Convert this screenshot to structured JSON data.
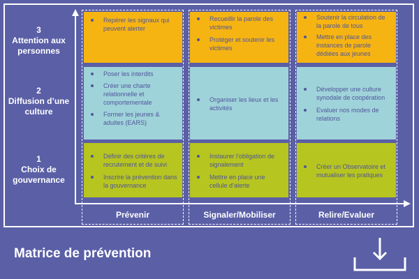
{
  "colors": {
    "background": "#5a5fa6",
    "attention_row": "#f6b413",
    "diffusion_row": "#9fd3da",
    "gouvernance_row": "#b7c520",
    "text": "#4f569a"
  },
  "rows": [
    {
      "number": "3",
      "label": "Attention aux personnes"
    },
    {
      "number": "2",
      "label": "Diffusion d’une culture"
    },
    {
      "number": "1",
      "label": "Choix de gouvernance"
    }
  ],
  "columns": [
    {
      "label": "Prévenir"
    },
    {
      "label": "Signaler/Mobiliser"
    },
    {
      "label": "Relire/Evaluer"
    }
  ],
  "cells": {
    "attention": {
      "prevenir": [
        "Repérer les signaux qui peuvent alerter"
      ],
      "signaler": [
        "Recueillir la parole des victimes",
        "Protéger et soutenir les victimes"
      ],
      "relire": [
        "Soutenir la circulation de la parole de tous",
        "Mettre en place des instances de parole dédiées aux jeunes"
      ]
    },
    "diffusion": {
      "prevenir": [
        "Poser les interdits",
        "Créer une charte relationnelle et comportementale",
        "Former les jeunes & adultes (EARS)"
      ],
      "signaler": [
        "Organiser les lieux et les activités"
      ],
      "relire": [
        "Développer une culture synodale de coopération",
        "Evaluer nos modes de relations"
      ]
    },
    "gouvernance": {
      "prevenir": [
        "Définir des critères de recrutement et de suivi",
        "Inscrire la prévention dans la gouvernance"
      ],
      "signaler": [
        "Instaurer l’obligation de signalement",
        "Mettre en place une cellule d’alerte"
      ],
      "relire": [
        "Créer un Observatoire et mutualiser les pratiques"
      ]
    }
  },
  "footer": {
    "title": "Matrice de prévention",
    "download_icon": "download-icon"
  }
}
